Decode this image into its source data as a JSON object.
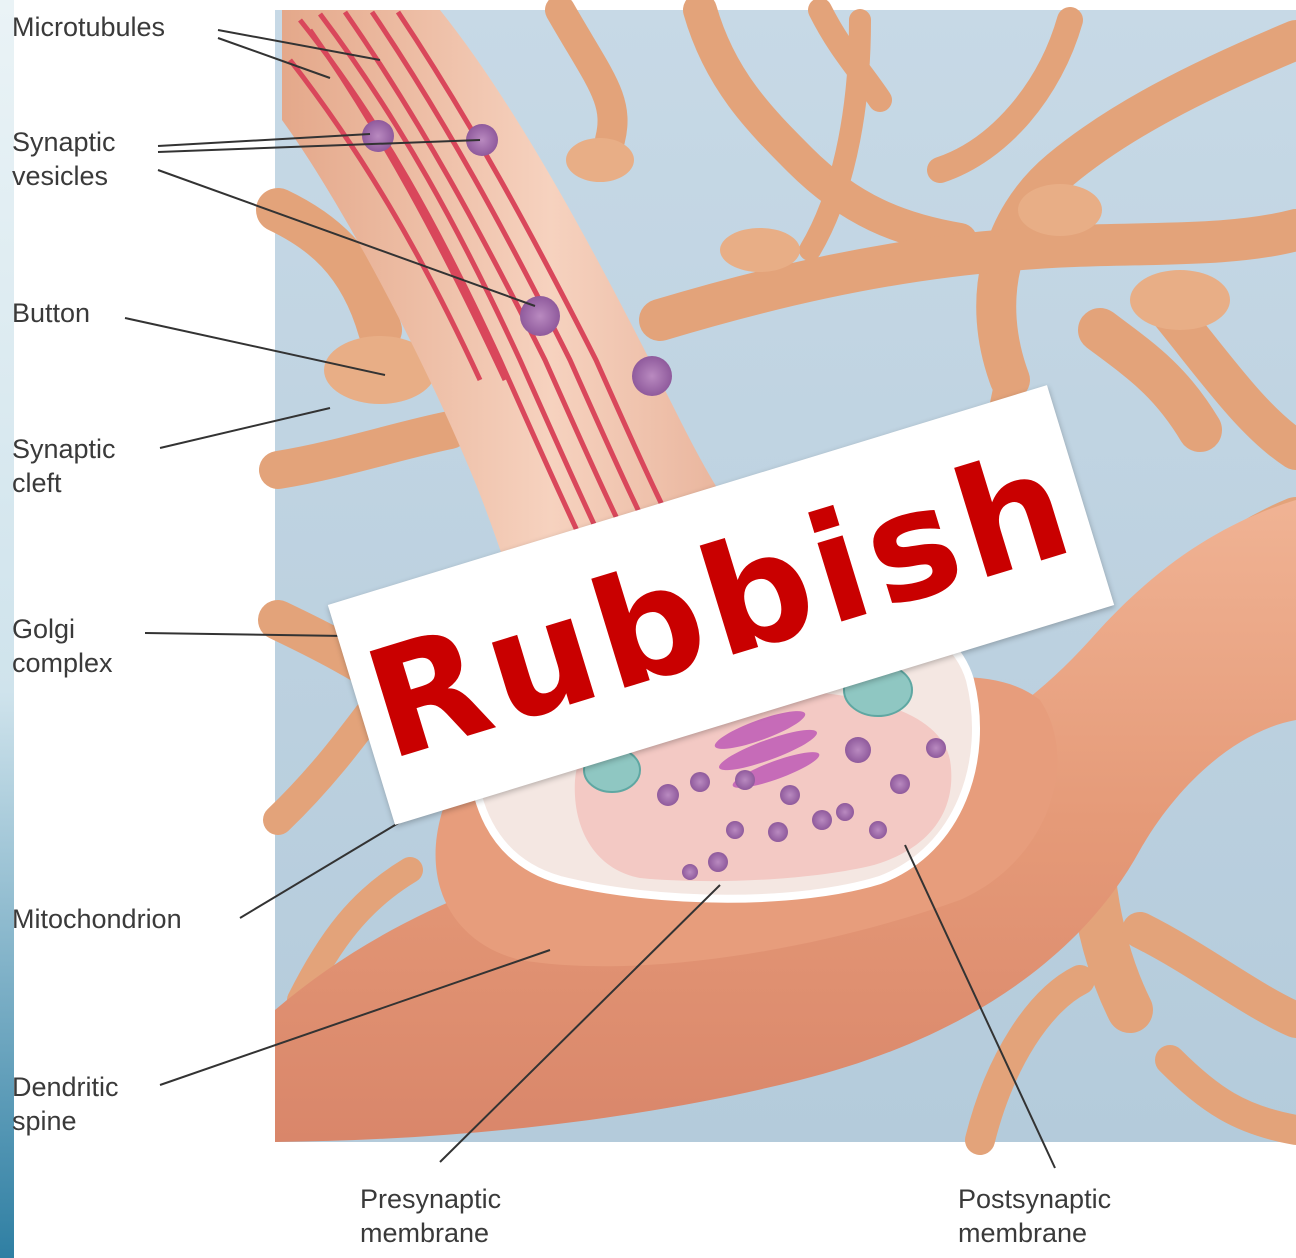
{
  "labels": {
    "microtubules": "Microtubules",
    "synaptic_vesicles": "Synaptic\nvesicles",
    "button": "Button",
    "synaptic_cleft": "Synaptic\ncleft",
    "golgi_complex": "Golgi\ncomplex",
    "mitochondrion": "Mitochondrion",
    "dendritic_spine": "Dendritic\nspine",
    "presynaptic_membrane": "Presynaptic\nmembrane",
    "postsynaptic_membrane": "Postsynaptic\nmembrane"
  },
  "stamp": {
    "text": "Rubbish",
    "color": "#c90000"
  },
  "colors": {
    "background": "#bcd2e0",
    "neuron": "#e6a67a",
    "neuron_light": "#f0c4a0",
    "terminal": "#f2c9b5",
    "microtubule": "#d94a5a",
    "vesicle": "#9a6aa6",
    "mitochondria": "#8fc7c2",
    "golgi": "#c46ab8"
  }
}
